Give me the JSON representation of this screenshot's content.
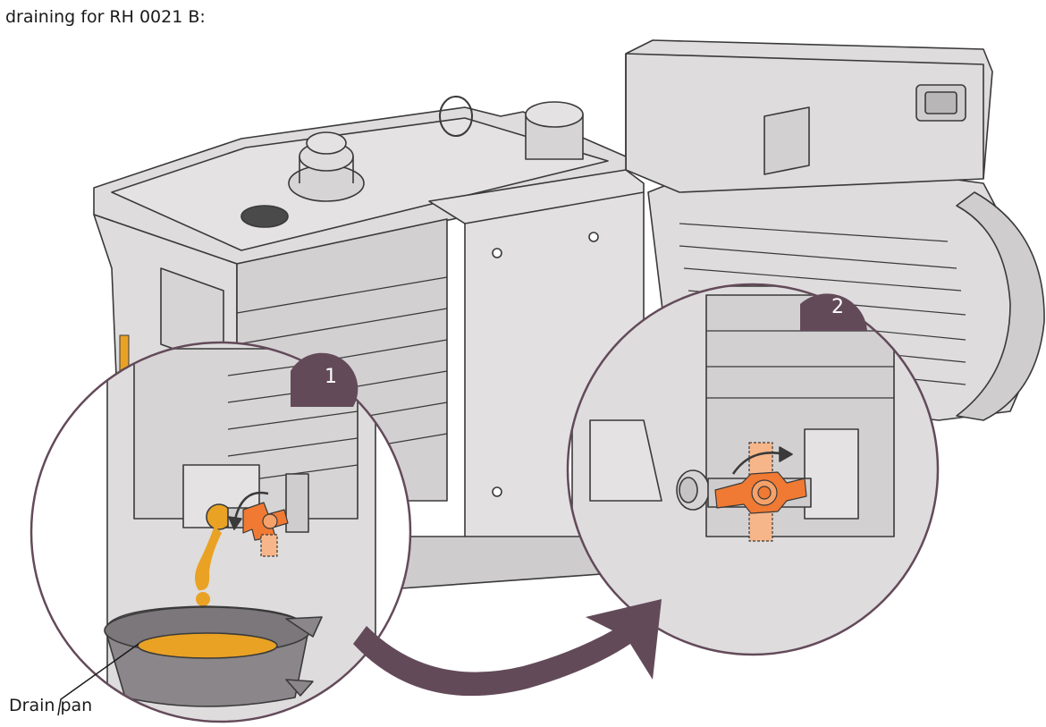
{
  "caption": "draining for RH 0021 B:",
  "steps": [
    {
      "number": "1"
    },
    {
      "number": "2"
    }
  ],
  "callouts": {
    "drain_pan": "Drain pan"
  },
  "colors": {
    "body": "#dedcdd",
    "outline": "#3a3a3a",
    "accent": "#634a59",
    "valve": "#f07a33",
    "oil": "#e9a224",
    "pan": "#8a8689"
  },
  "icons": [
    "vacuum-pump-illustration",
    "drain-valve-icon",
    "rotate-arrow-icon",
    "oil-drop-icon",
    "drain-pan-icon",
    "curved-arrow-icon"
  ]
}
